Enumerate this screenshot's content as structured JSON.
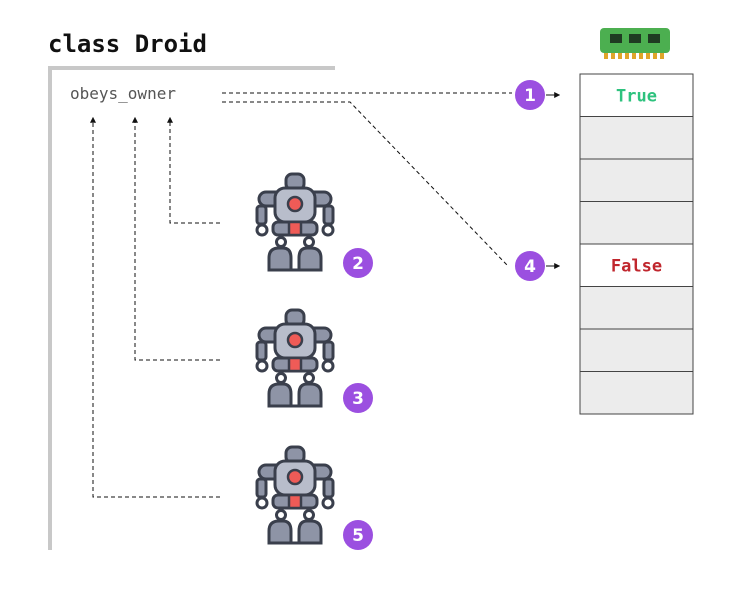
{
  "title": "class Droid",
  "attribute": "obeys_owner",
  "memory": {
    "cell_count": 8,
    "values": [
      {
        "slot": 0,
        "text": "True",
        "color": "#2ec27e"
      },
      {
        "slot": 4,
        "text": "False",
        "color": "#c0262d"
      }
    ]
  },
  "pointer_badges": [
    "1",
    "4"
  ],
  "robot_badges": [
    "2",
    "3",
    "5"
  ],
  "colors": {
    "badge": "#9b4fe0",
    "frame": "#c8c8c8",
    "cell_fill": "#ececec",
    "cell_border": "#444444",
    "ram_green": "#4caf50",
    "ram_gold": "#e0a52a",
    "robot_body": "#8e94a6",
    "robot_dark": "#3a3f4c",
    "robot_red": "#ef5b57"
  },
  "icons": [
    "ram-chip-icon",
    "robot-icon"
  ]
}
